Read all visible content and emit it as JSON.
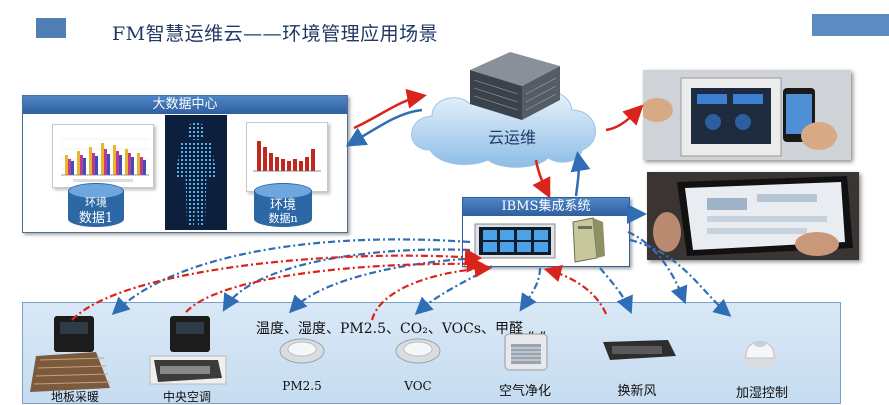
{
  "title": "FM智慧运维云——环境管理应用场景",
  "big_data": {
    "header": "大数据中心",
    "db1": {
      "line1": "环境",
      "line2": "数据1"
    },
    "dbn": {
      "line1": "环境",
      "line2": "数据n"
    }
  },
  "cloud": {
    "label": "云运维"
  },
  "ibms": {
    "header": "IBMS集成系统"
  },
  "bottom": {
    "env_line": "温度、湿度、PM2.5、CO₂、VOCs、甲醛 „ „",
    "devices": [
      {
        "label": "地板采暖"
      },
      {
        "label": "中央空调"
      },
      {
        "label": "PM2.5"
      },
      {
        "label": "VOC"
      },
      {
        "label": "空气净化"
      },
      {
        "label": "换新风"
      },
      {
        "label": "加湿控制"
      }
    ]
  },
  "colors": {
    "accent_blue": "#2f5f9f",
    "arrow_red": "#d9241b",
    "arrow_blue": "#2f6db5"
  }
}
